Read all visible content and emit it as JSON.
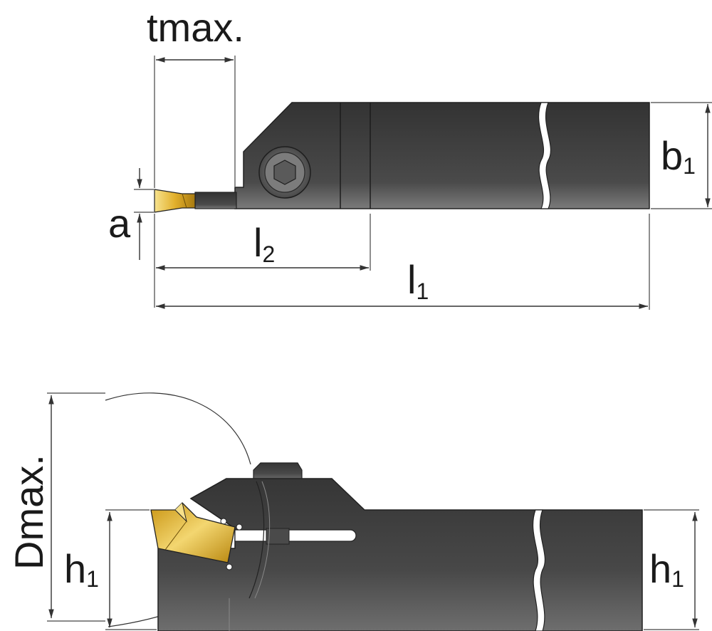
{
  "labels": {
    "tmax": "tmax.",
    "b1_main": "b",
    "b1_sub": "1",
    "a": "a",
    "l2_main": "l",
    "l2_sub": "2",
    "l1_main": "l",
    "l1_sub": "1",
    "dmax": "Dmax.",
    "h1_left_main": "h",
    "h1_left_sub": "1",
    "h1_right_main": "h",
    "h1_right_sub": "1"
  },
  "colors": {
    "body_dark": "#3a3a3a",
    "body_light": "#6a6a6a",
    "insert_gold": "#d9a21a",
    "insert_light": "#f6e08a",
    "line": "#222222"
  }
}
